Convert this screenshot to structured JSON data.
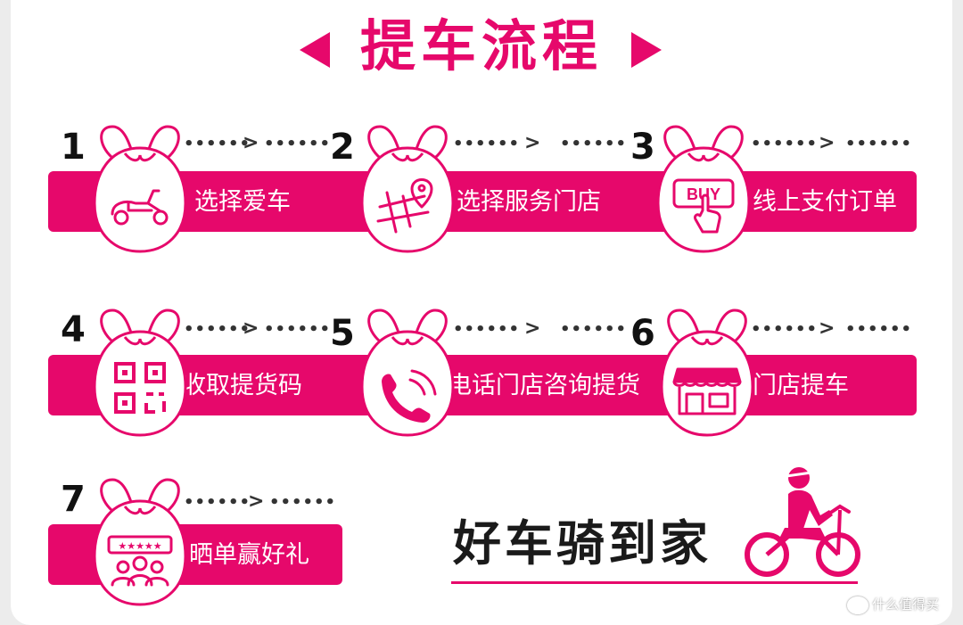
{
  "title": "提车流程",
  "steps": [
    {
      "number": "1",
      "label": "选择爱车",
      "icon": "scooter-icon"
    },
    {
      "number": "2",
      "label": "选择服务门店",
      "icon": "map-pin-icon"
    },
    {
      "number": "3",
      "label": "线上支付订单",
      "icon": "buy-button-icon",
      "icon_text": "BUY"
    },
    {
      "number": "4",
      "label": "收取提货码",
      "icon": "qr-code-icon"
    },
    {
      "number": "5",
      "label": "电话门店咨询提货",
      "icon": "phone-icon"
    },
    {
      "number": "6",
      "label": "门店提车",
      "icon": "store-icon"
    },
    {
      "number": "7",
      "label": "晒单赢好礼",
      "icon": "review-stars-icon"
    }
  ],
  "slogan": "好车骑到家",
  "watermark": "什么值得买",
  "dots": "••••••",
  "arrow": ">",
  "colors": {
    "accent": "#e6086b",
    "text": "#111111"
  }
}
